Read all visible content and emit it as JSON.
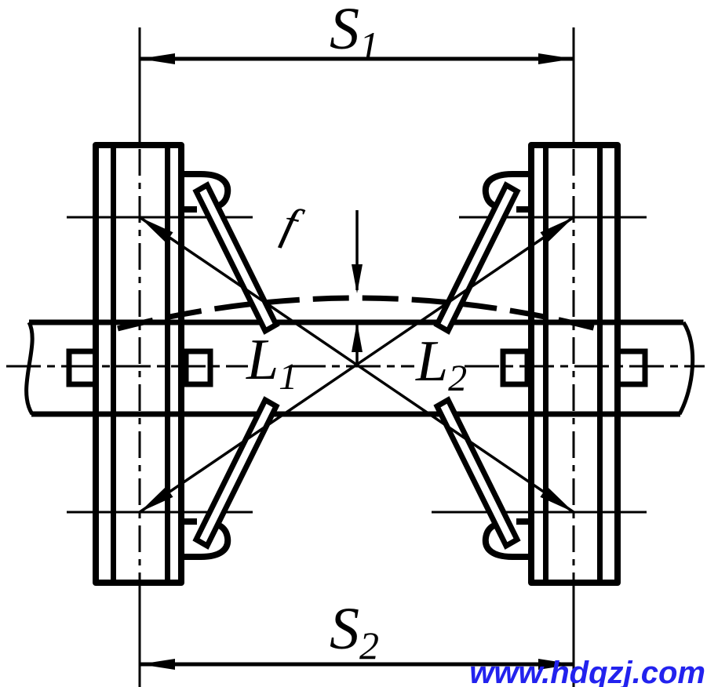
{
  "diagram": {
    "type": "crane-track-span-measurement-drawing",
    "background": "#ffffff"
  },
  "colors": {
    "line": "#000000",
    "watermark": "#2222ee"
  },
  "labels": {
    "span_top": {
      "base": "S",
      "sub": "1"
    },
    "span_bottom": {
      "base": "S",
      "sub": "2"
    },
    "diagonal_left": {
      "base": "L",
      "sub": "1"
    },
    "diagonal_right": {
      "base": "L",
      "sub": "2"
    },
    "camber": "f"
  },
  "watermark": {
    "text": "www.hdqzj.com"
  }
}
